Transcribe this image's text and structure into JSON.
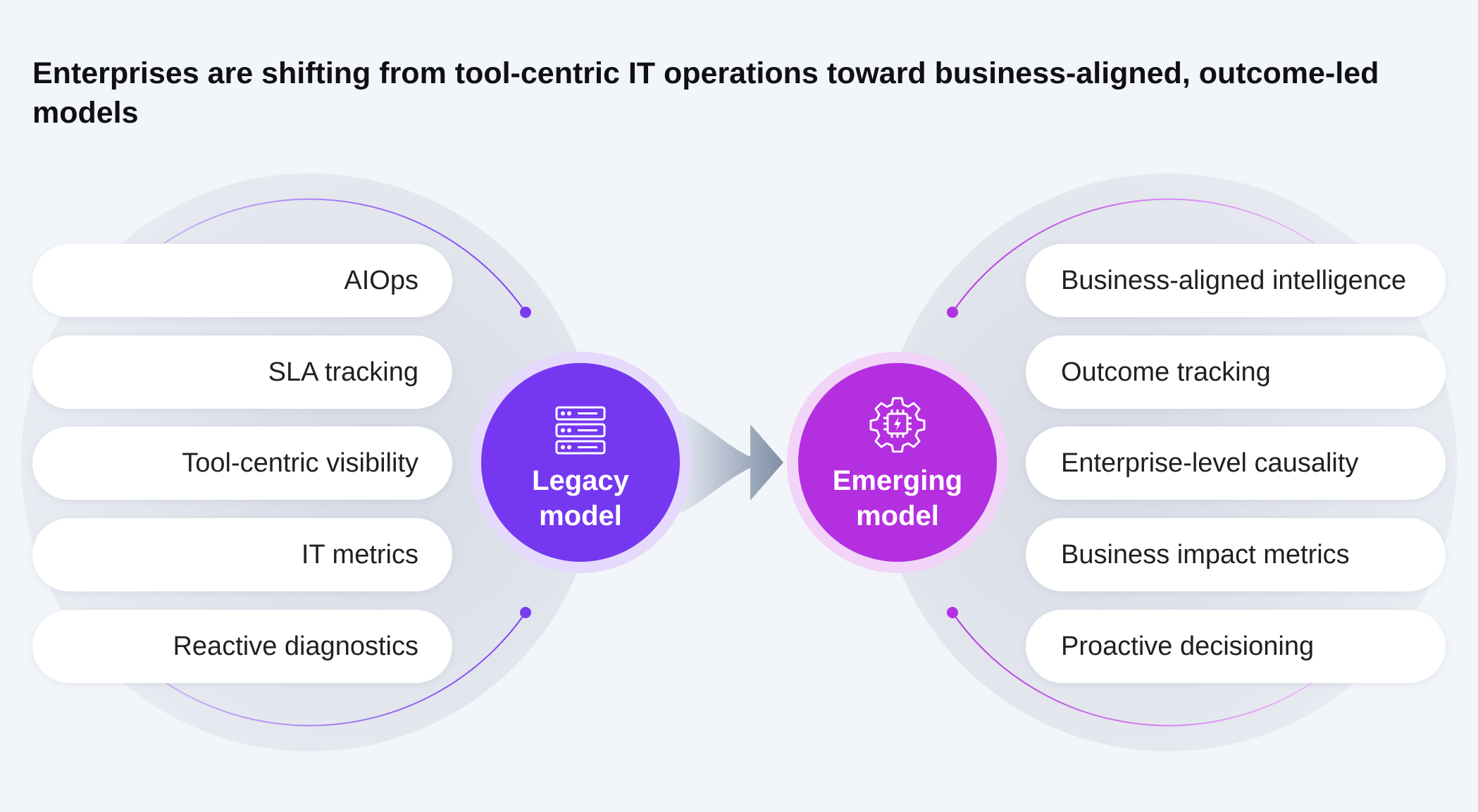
{
  "title": "Enterprises are shifting from tool-centric IT operations toward business-aligned, outcome-led models",
  "legacy": {
    "label": "Legacy model",
    "label_line1": "Legacy",
    "label_line2": "model",
    "icon": "server-rack-icon",
    "color": "#7538f0",
    "items": [
      "AIOps",
      "SLA tracking",
      "Tool-centric visibility",
      "IT metrics",
      "Reactive diagnostics"
    ]
  },
  "emerging": {
    "label": "Emerging model",
    "label_line1": "Emerging",
    "label_line2": "model",
    "icon": "gear-chip-icon",
    "color": "#b42fe0",
    "items": [
      "Business-aligned intelligence",
      "Outcome tracking",
      "Enterprise-level causality",
      "Business impact metrics",
      "Proactive decisioning"
    ]
  },
  "transition_icon": "arrow-right-icon"
}
